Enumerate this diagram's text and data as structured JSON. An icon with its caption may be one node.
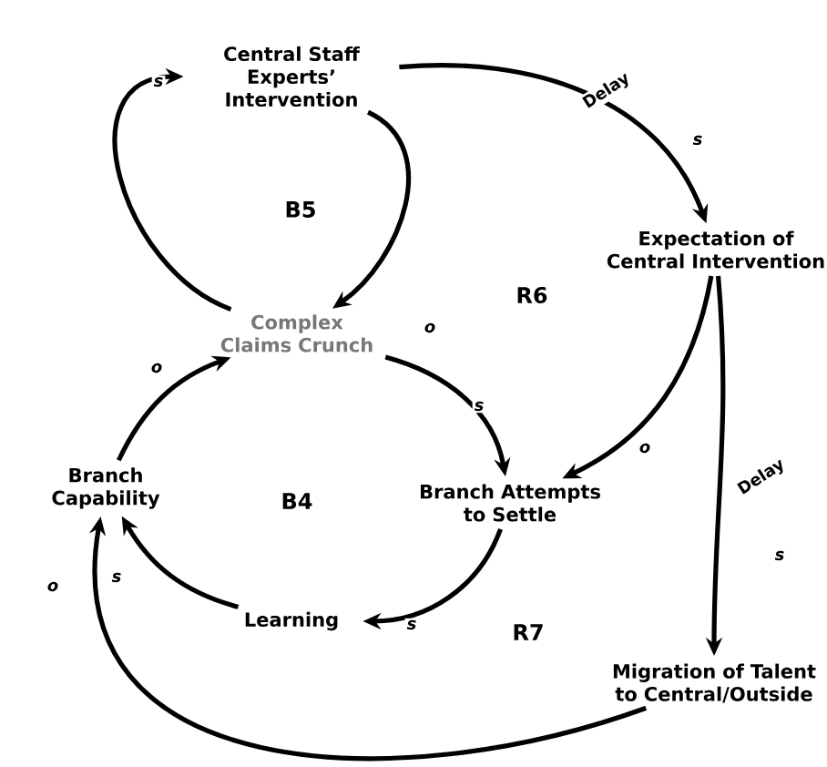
{
  "diagram": {
    "nodes": [
      {
        "text": [
          "Central Staff Experts’ Intervention"
        ]
      },
      {
        "text": [
          "Expectation of Central Intervention"
        ]
      },
      {
        "text": [
          "Complex Claims Crunch"
        ]
      },
      {
        "text": [
          "Branch Capability"
        ]
      },
      {
        "text": [
          "Branch Attempts to Settle"
        ]
      },
      {
        "text": [
          "Learning"
        ]
      },
      {
        "text": [
          "Migration of Talent to Central/Outside"
        ]
      }
    ],
    "edges": [
      {
        "from": 0,
        "to": 1,
        "arrow": "to",
        "label": "s"
      },
      {
        "from": 0,
        "to": 2,
        "arrow": "to",
        "label": "o"
      },
      {
        "from": 2,
        "to": 0,
        "arrow": "to",
        "label": "s"
      },
      {
        "from": 2,
        "to": 4,
        "arrow": "to",
        "label": "s"
      },
      {
        "from": 1,
        "to": 4,
        "arrow": "to",
        "label": "o"
      },
      {
        "from": 4,
        "to": 5,
        "arrow": "to",
        "label": "s"
      },
      {
        "from": 5,
        "to": 3,
        "arrow": "to",
        "label": "s"
      },
      {
        "from": 3,
        "to": 2,
        "arrow": "to",
        "label": "o"
      },
      {
        "from": 1,
        "to": 6,
        "arrow": "to",
        "label": "s"
      },
      {
        "from": 6,
        "to": 3,
        "arrow": "to",
        "label": "o"
      }
    ],
    "labels": [
      "Delay",
      "B5",
      "R6",
      "Delay",
      "B4",
      "R7"
    ]
  }
}
